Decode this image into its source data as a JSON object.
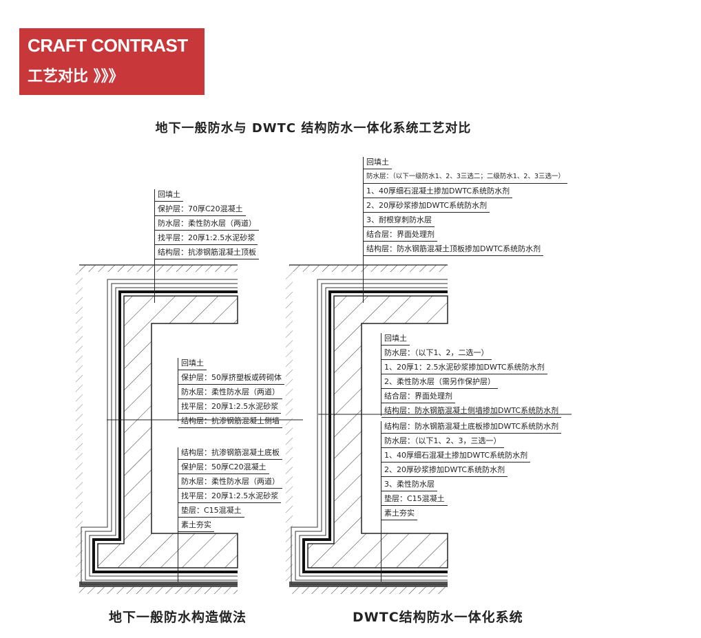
{
  "banner": {
    "en": "CRAFT CONTRAST",
    "cn": "工艺对比 》》》",
    "color": "#c8373a"
  },
  "title": "地下一般防水与 DWTC 结构防水一体化系统工艺对比",
  "left": {
    "caption": "地下一般防水构造做法",
    "roof": [
      "回填土",
      "保护层：70厚C20混凝土",
      "防水层：柔性防水层（两道）",
      "找平层：20厚1:2.5水泥砂浆",
      "结构层：抗渗钢筋混凝土顶板"
    ],
    "wall": [
      "回填土",
      "保护层：50厚挤塑板或砖砌体",
      "防水层：柔性防水层（两道）",
      "找平层：20厚1:2.5水泥砂浆",
      "结构层：抗渗钢筋混凝土侧墙"
    ],
    "floor": [
      "结构层：抗渗钢筋混凝土底板",
      "保护层：50厚C20混凝土",
      "防水层：柔性防水层（两道）",
      "找平层：20厚1:2.5水泥砂浆",
      "垫层：C15混凝土",
      "素土夯实"
    ]
  },
  "right": {
    "caption": "DWTC结构防水一体化系统",
    "roof": [
      "回填土",
      "防水层：（以下一级防水1、2、3三选二；二级防水1、2、3三选一）",
      "1、40厚细石混凝土掺加DWTC系统防水剂",
      "2、20厚砂浆掺加DWTC系统防水剂",
      "3、耐根穿刺防水层",
      "结合层：界面处理剂",
      "结构层：防水钢筋混凝土顶板掺加DWTC系统防水剂"
    ],
    "wall": [
      "回填土",
      "防水层：（以下1、2，二选一）",
      "1、20厚1：2.5水泥砂浆掺加DWTC系统防水剂",
      "2、柔性防水层（需另作保护层）",
      "结合层：界面处理剂",
      "结构层：防水钢筋混凝土侧墙掺加DWTC系统防水剂"
    ],
    "floor": [
      "结构层：防水钢筋混凝土底板掺加DWTC系统防水剂",
      "防水层：（以下1、2、3，三选一）",
      "1、40厚细石混凝土掺加DWTC系统防水剂",
      "2、20厚砂浆掺加DWTC系统防水剂",
      "3、柔性防水层",
      "垫层：C15混凝土",
      "素土夯实"
    ]
  }
}
